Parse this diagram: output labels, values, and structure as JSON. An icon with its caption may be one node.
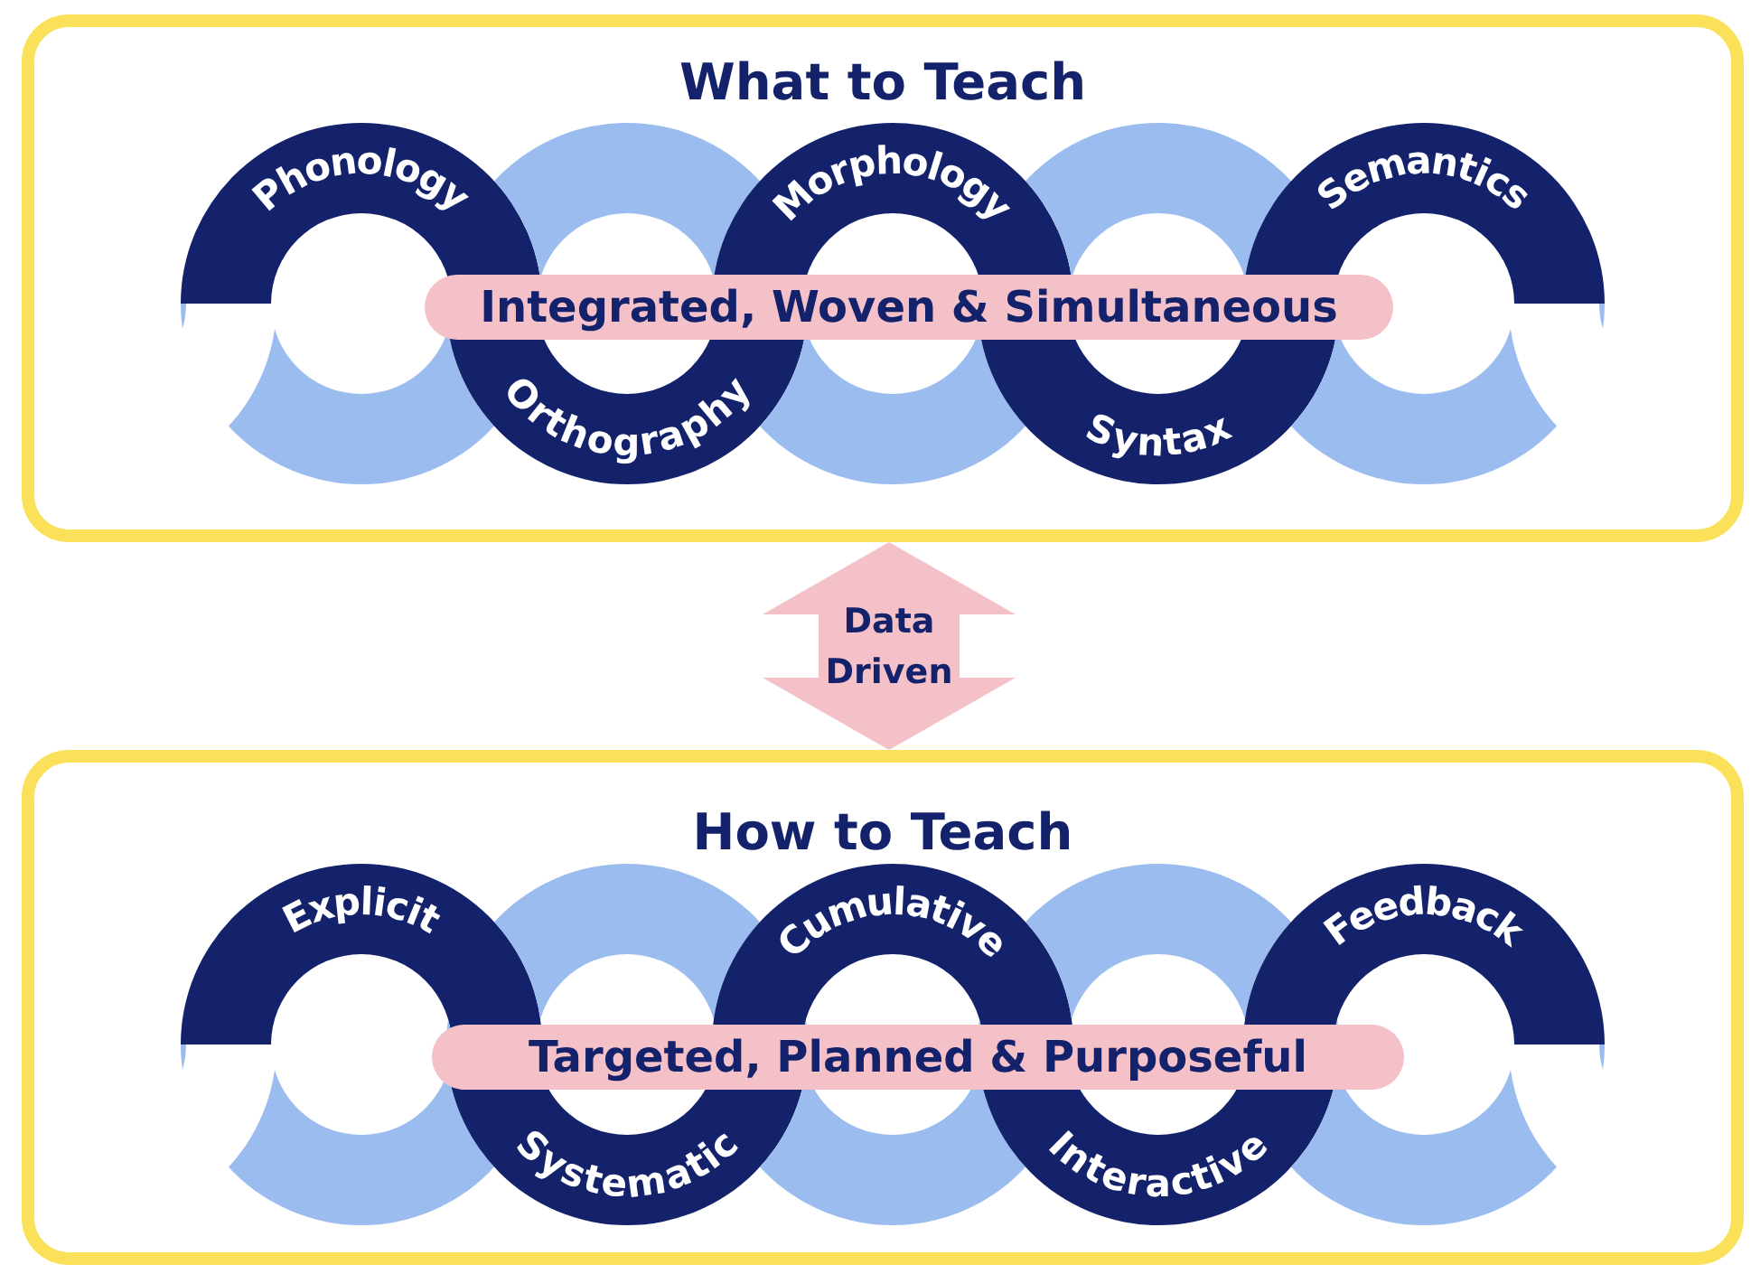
{
  "diagram": {
    "nodes": [
      {
        "text": [
          "What to Teach"
        ]
      },
      {
        "text": [
          "Phonology"
        ],
        "in": 0
      },
      {
        "text": [
          "Orthography"
        ],
        "in": 0
      },
      {
        "text": [
          "Morphology"
        ],
        "in": 0
      },
      {
        "text": [
          "Syntax"
        ],
        "in": 0
      },
      {
        "text": [
          "Semantics"
        ],
        "in": 0
      },
      {
        "text": [
          "Integrated, Woven & Simultaneous"
        ],
        "in": 0
      },
      {
        "text": [
          "How to Teach"
        ]
      },
      {
        "text": [
          "Explicit"
        ],
        "in": 7
      },
      {
        "text": [
          "Systematic"
        ],
        "in": 7
      },
      {
        "text": [
          "Cumulative"
        ],
        "in": 7
      },
      {
        "text": [
          "Interactive"
        ],
        "in": 7
      },
      {
        "text": [
          "Feedback"
        ],
        "in": 7
      },
      {
        "text": [
          "Targeted, Planned & Purposeful"
        ],
        "in": 7
      }
    ],
    "edges": [
      {
        "from": 0,
        "to": 7,
        "arrow": "both",
        "label": "Data Driven"
      }
    ]
  }
}
